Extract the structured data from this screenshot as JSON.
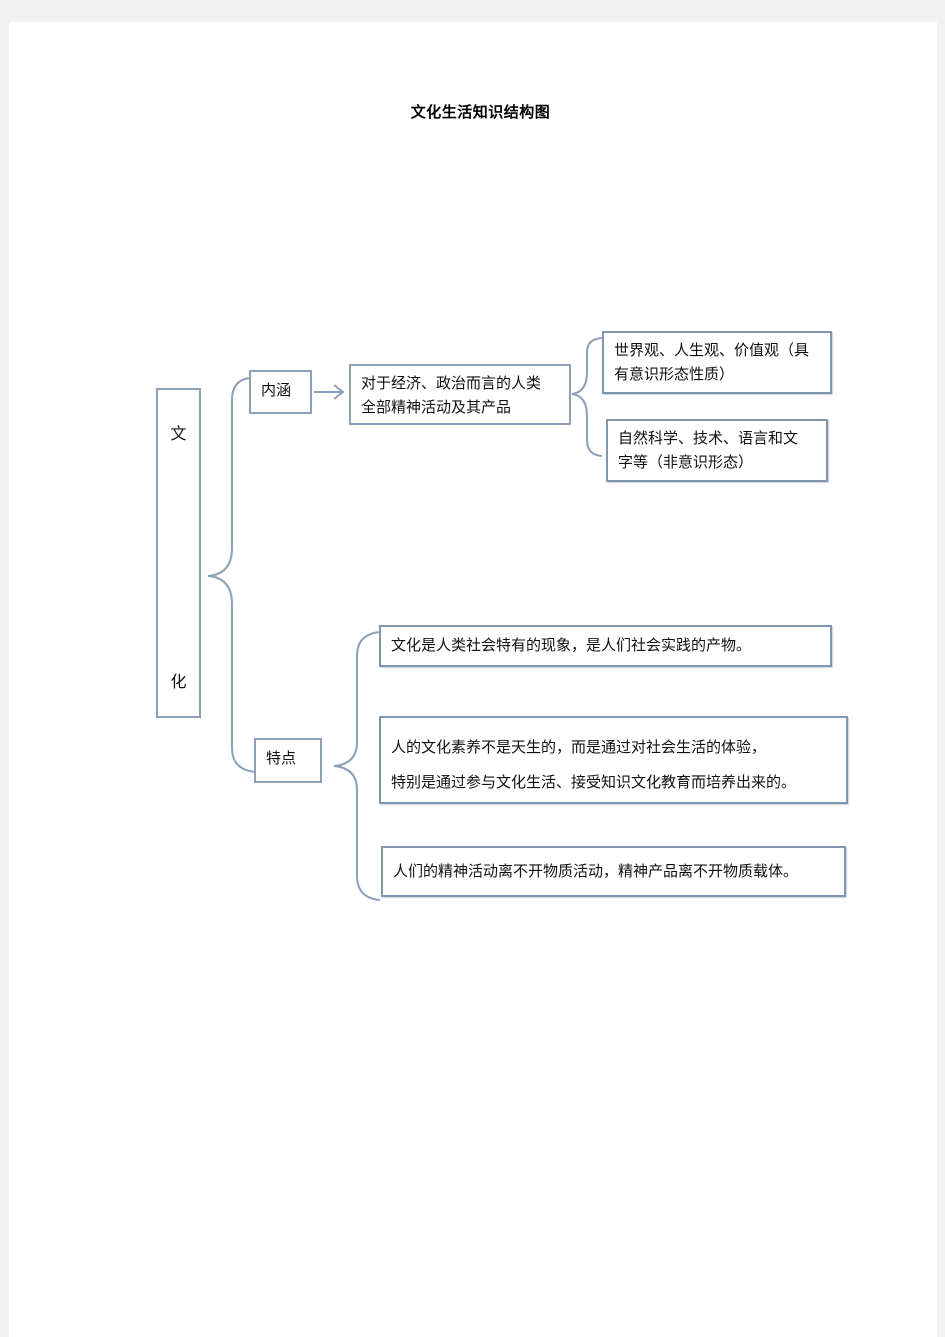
{
  "title": "文化生活知识结构图",
  "root": {
    "char1": "文",
    "char2": "化"
  },
  "branches": {
    "neihan": {
      "label": "内涵",
      "definition": "对于经济、政治而言的人类全部精神活动及其产品",
      "definition_line1": "对于经济、政治而言的人类",
      "definition_line2": "全部精神活动及其产品",
      "subitems": [
        {
          "line1": "世界观、人生观、价值观（具",
          "line2": "有意识形态性质）"
        },
        {
          "line1": "自然科学、技术、语言和文",
          "line2": "字等（非意识形态）"
        }
      ]
    },
    "tedian": {
      "label": "特点",
      "items": [
        {
          "line1": "文化是人类社会特有的现象，是人们社会实践的产物。"
        },
        {
          "line1": "人的文化素养不是天生的，而是通过对社会生活的体验，",
          "line2": "特别是通过参与文化生活、接受知识文化教育而培养出来的。"
        },
        {
          "line1": "人们的精神活动离不开物质活动，精神产品离不开物质载体。"
        }
      ]
    }
  },
  "colors": {
    "line": "#8aa0bb",
    "background": "#f1f1f1",
    "paper": "#ffffff"
  }
}
